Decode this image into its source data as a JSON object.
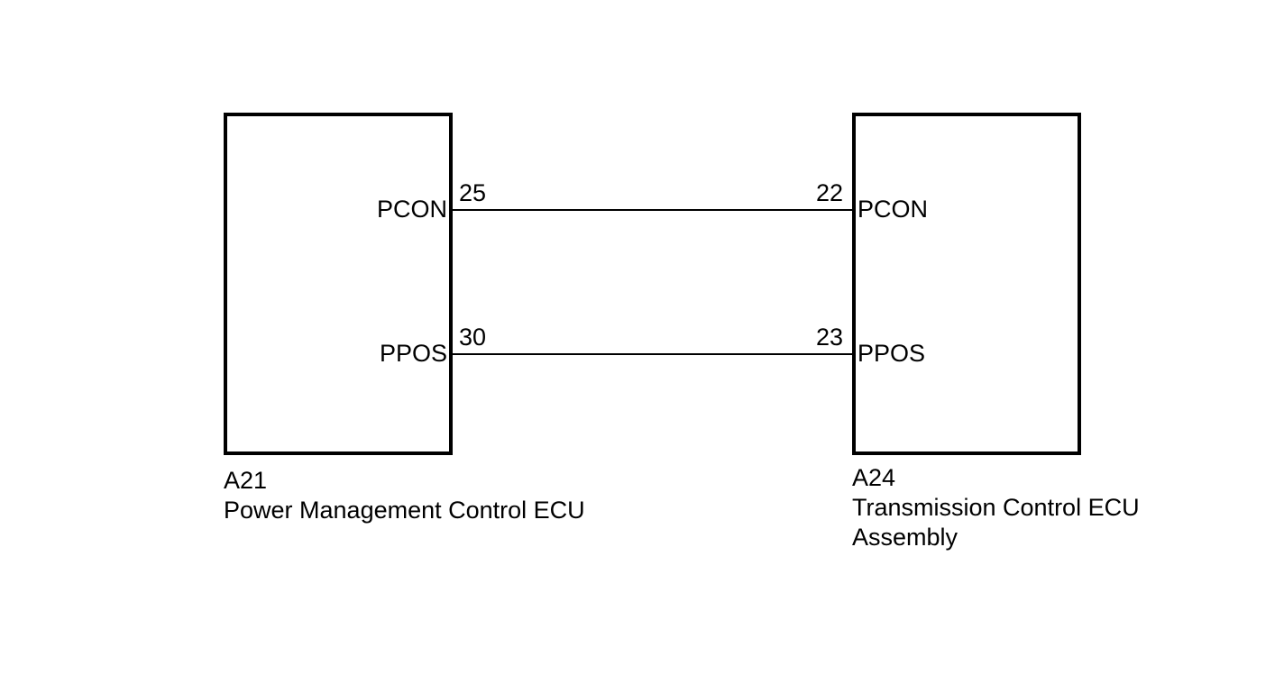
{
  "diagram": {
    "colors": {
      "line": "#000000",
      "background": "#ffffff",
      "text": "#000000"
    },
    "left_component": {
      "code": "A21",
      "name": "Power Management Control ECU",
      "pins": [
        {
          "terminal": "25",
          "label": "PCON"
        },
        {
          "terminal": "30",
          "label": "PPOS"
        }
      ]
    },
    "right_component": {
      "code": "A24",
      "name": "Transmission Control ECU\nAssembly",
      "pins": [
        {
          "terminal": "22",
          "label": "PCON"
        },
        {
          "terminal": "23",
          "label": "PPOS"
        }
      ]
    },
    "wires": [
      {
        "signal": "PCON",
        "from_terminal": "25",
        "to_terminal": "22"
      },
      {
        "signal": "PPOS",
        "from_terminal": "30",
        "to_terminal": "23"
      }
    ]
  }
}
